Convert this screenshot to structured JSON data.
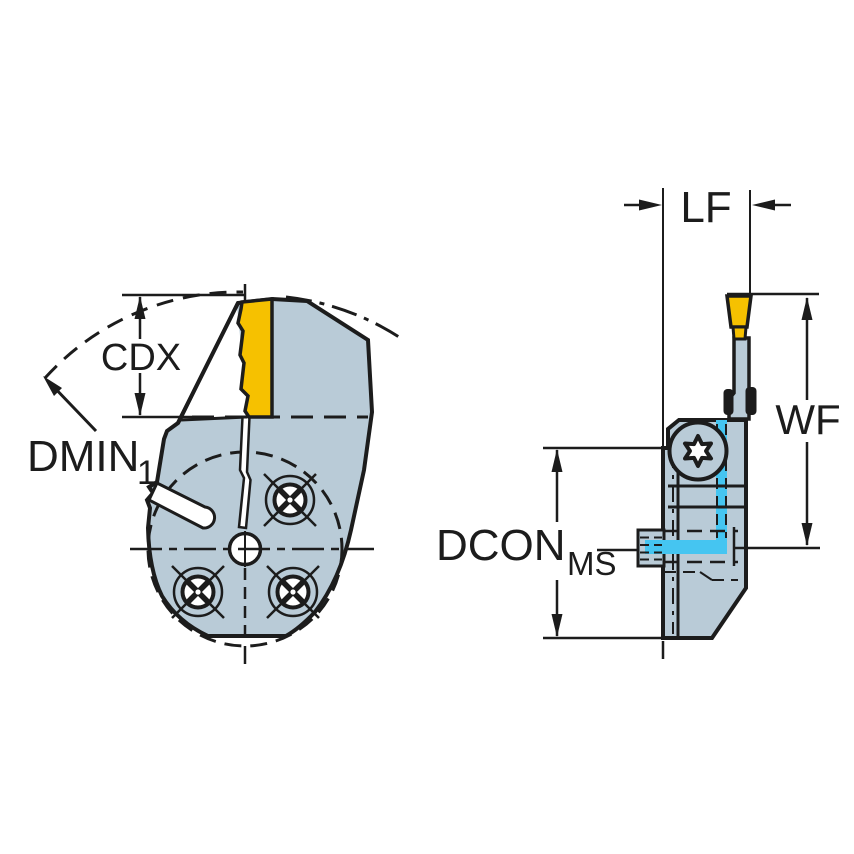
{
  "drawing": {
    "kind": "tool-holder-dimension-diagram",
    "labels": {
      "cdx": "CDX",
      "dmin": "DMIN",
      "dmin_sub": "1",
      "lf": "LF",
      "wf": "WF",
      "dcon": "DCON",
      "dcon_sub": "MS"
    },
    "colors": {
      "background": "#ffffff",
      "body": "#b9cbd7",
      "insert": "#f6c100",
      "coolant": "#45c5f1",
      "line": "#1c1c1c"
    }
  }
}
